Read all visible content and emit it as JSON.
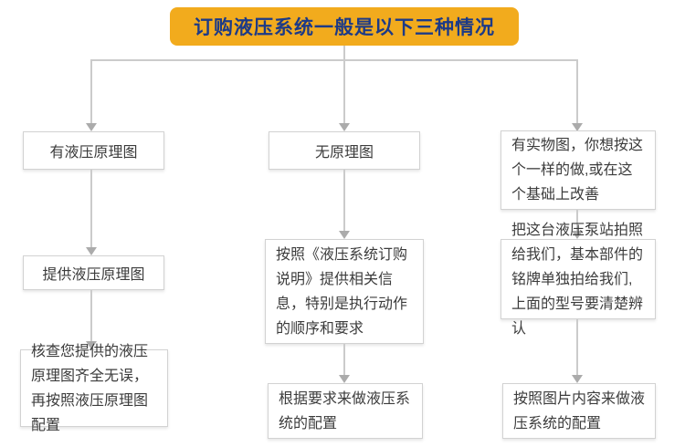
{
  "header": {
    "title": "订购液压系统一般是以下三种情况"
  },
  "columns": [
    {
      "steps": [
        "有液压原理图",
        "提供液压原理图",
        "核查您提供的液压原理图齐全无误，再按照液压原理图配置"
      ]
    },
    {
      "steps": [
        "无原理图",
        "按照《液压系统订购说明》提供相关信息，特别是执行动作的顺序和要求",
        "根据要求来做液压系统的配置"
      ]
    },
    {
      "steps": [
        "有实物图，你想按这个一样的做,或在这个基础上改善",
        "把这台液压泵站拍照给我们，基本部件的铭牌单独拍给我们,上面的型号要清楚辨认",
        "按照图片内容来做液压系统的配置"
      ]
    }
  ],
  "colors": {
    "header_bg": "#F2AB1D",
    "header_text": "#1C3A87",
    "box_border": "#D2D2D2",
    "box_text": "#3C3C3C",
    "line": "#CBCBCB",
    "arrow": "#ABABAB"
  }
}
